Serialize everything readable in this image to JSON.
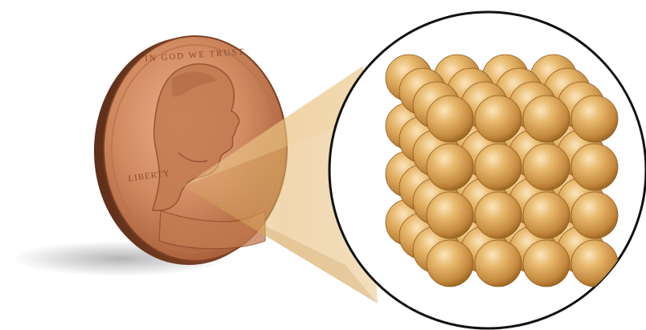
{
  "scene": {
    "subject": "penny-magnified-to-atomic-lattice",
    "coin_lettering": [
      "IN GOD WE TRUST",
      "LIBERTY"
    ],
    "lattice": {
      "arrangement": "simple-cubic",
      "spheres_per_edge": 4
    }
  },
  "colors": {
    "background": "#ffffff",
    "coin_light": "#e7a07a",
    "coin_mid": "#c97a52",
    "coin_dark": "#8a4a2c",
    "coin_rim": "#6d3a22",
    "beam": "#e3b66c",
    "sphere_highlight": "#f6d9a3",
    "sphere_mid": "#dca555",
    "sphere_shadow": "#9c6624",
    "circle_outline": "#111111"
  }
}
